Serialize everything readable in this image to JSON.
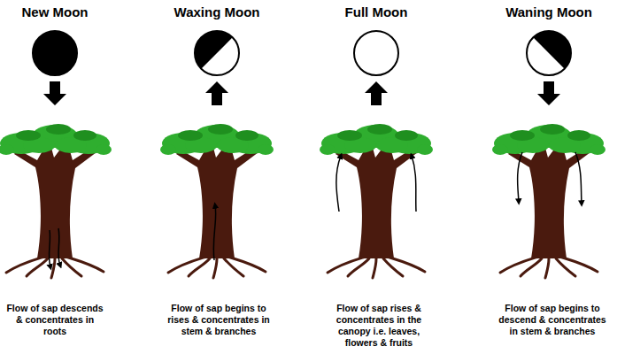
{
  "diagram": {
    "nodes": [
      {
        "text": [
          "New Moon"
        ]
      },
      {
        "text": [
          "Waxing Moon"
        ]
      },
      {
        "text": [
          "Full Moon"
        ]
      },
      {
        "text": [
          "Waning Moon"
        ]
      }
    ],
    "labels": [
      "Flow of sap descends & concentrates in roots",
      "Flow of sap begins to rises & concentrates in stem & branches",
      "Flow of sap rises & concentrates in the canopy i.e. leaves, flowers & fruits",
      "Flow of sap begins to descend & concentrates in stem & branches"
    ]
  }
}
